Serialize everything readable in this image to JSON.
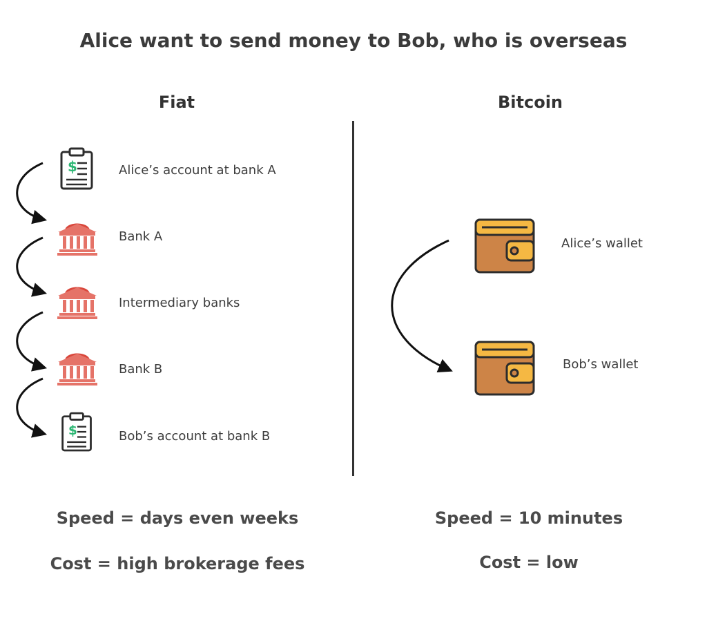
{
  "title": "Alice want to send money to  Bob, who is overseas",
  "fiat": {
    "heading": "Fiat",
    "steps": [
      {
        "label": "Alice’s account at bank A",
        "icon": "ledger-icon"
      },
      {
        "label": "Bank A",
        "icon": "bank-icon"
      },
      {
        "label": "Intermediary banks",
        "icon": "bank-icon"
      },
      {
        "label": "Bank B",
        "icon": "bank-icon"
      },
      {
        "label": "Bob’s account at bank B",
        "icon": "ledger-icon"
      }
    ],
    "speed": "Speed = days even weeks",
    "cost": "Cost = high brokerage fees"
  },
  "bitcoin": {
    "heading": "Bitcoin",
    "steps": [
      {
        "label": "Alice’s wallet",
        "icon": "wallet-icon"
      },
      {
        "label": "Bob’s wallet",
        "icon": "wallet-icon"
      }
    ],
    "speed": "Speed = 10 minutes",
    "cost": "Cost = low"
  },
  "colors": {
    "bank": "#e57368",
    "bank_roof": "#d9473c",
    "dollar": "#2bb673",
    "wallet_body": "#cd8447",
    "wallet_flap": "#f5b843",
    "outline": "#2c2c2c"
  }
}
